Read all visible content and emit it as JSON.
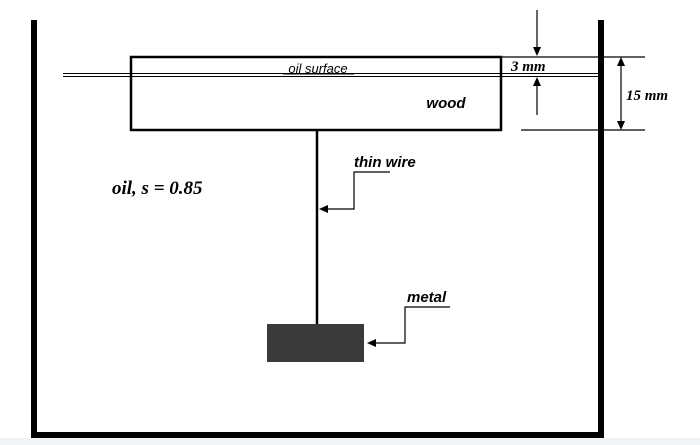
{
  "labels": {
    "oil_surface": "oil surface",
    "wood": "wood",
    "thin_wire": "thin wire",
    "metal": "metal",
    "oil_specific_gravity": "oil, s = 0.85",
    "dim_above_surface": "3 mm",
    "dim_block_height": "15 mm"
  },
  "colors": {
    "background": "#ffffff",
    "frame": "#eef4f8",
    "stroke": "#000000",
    "metal_fill": "#3a3a3a"
  }
}
